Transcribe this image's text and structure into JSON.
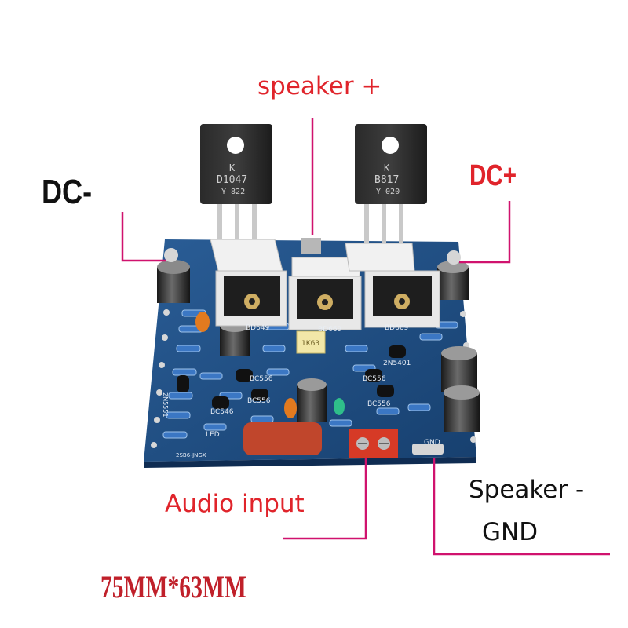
{
  "labels": {
    "speaker_plus": "speaker +",
    "dc_minus": "DC-",
    "dc_plus": "DC+",
    "audio_input": "Audio input",
    "speaker_minus": "Speaker -",
    "gnd": "GND",
    "dimensions": "75MM*63MM"
  },
  "board_text": {
    "transistor_left_brand": "K",
    "transistor_left_part": "D1047",
    "transistor_left_sub": "Y 822",
    "transistor_right_brand": "K",
    "transistor_right_part": "B817",
    "transistor_right_sub": "Y 020",
    "driver_1": "BD649",
    "driver_2": "BD669",
    "driver_3": "BD669",
    "q_2n5401": "2N5401",
    "q_2n5551": "2N5551",
    "q_bc556_a": "BC556",
    "q_bc556_b": "BC556",
    "q_bc556_c": "BC556",
    "q_bc556_d": "BC556",
    "q_bc546": "BC546",
    "led": "LED",
    "gnd_pad": "GND",
    "board_id": "2SB6-JNGX",
    "film_cap": "1K63"
  },
  "colors": {
    "label_red": "#e0242b",
    "leader_magenta": "#d0126e",
    "pcb_blue": "#1f4f86",
    "heatsink_white": "#eeeeee"
  }
}
